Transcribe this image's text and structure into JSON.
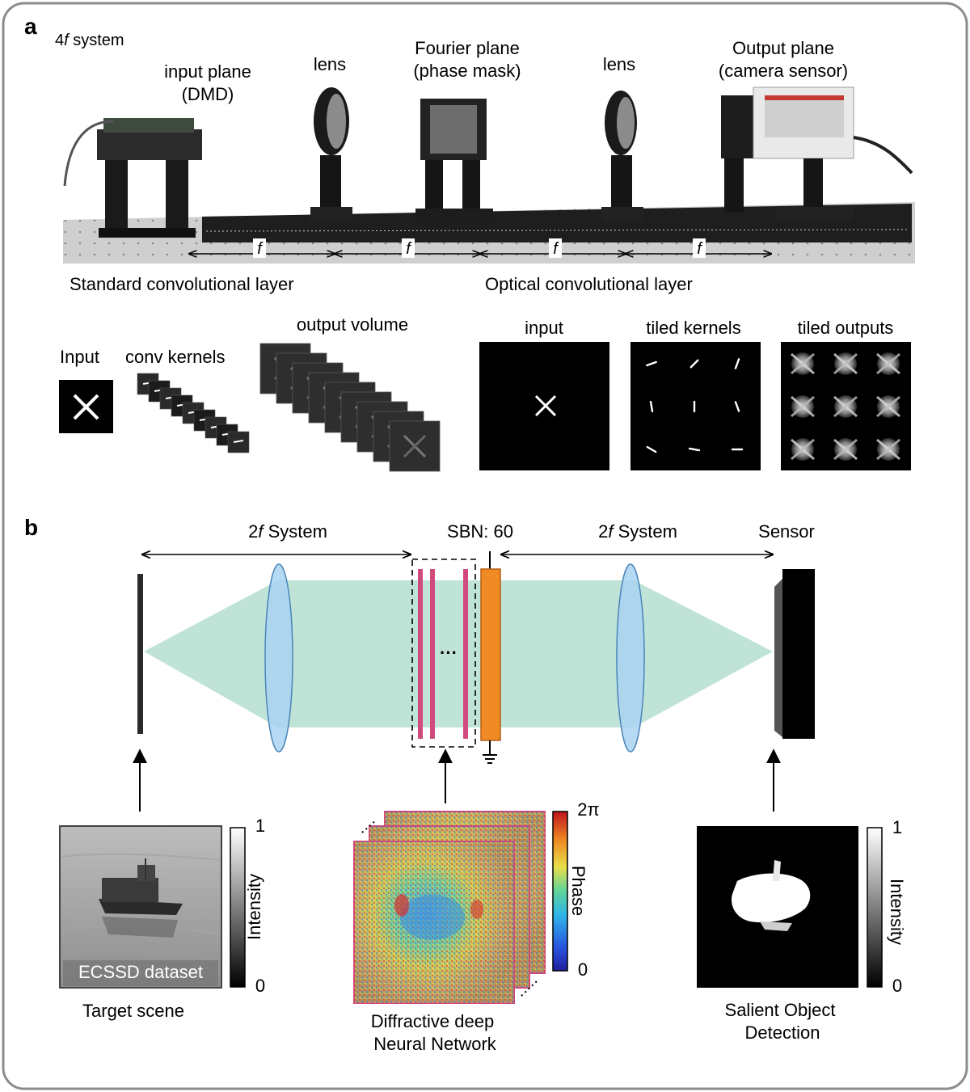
{
  "panel_a": {
    "letter": "a",
    "system_prefix": "4",
    "system_f": "f",
    "system_suffix": " system",
    "photo_labels": {
      "input_plane_1": "input plane",
      "input_plane_2": "(DMD)",
      "lens_1": "lens",
      "fourier_1": "Fourier plane",
      "fourier_2": "(phase mask)",
      "lens_2": "lens",
      "output_1": "Output plane",
      "output_2": "(camera sensor)"
    },
    "distance_labels": [
      "f",
      "f",
      "f",
      "f"
    ],
    "standard_title": "Standard convolutional layer",
    "optical_title": "Optical convolutional layer",
    "standard_labels": {
      "input": "Input",
      "kernels": "conv kernels",
      "volume": "output volume"
    },
    "optical_labels": {
      "input": "input",
      "kernels": "tiled kernels",
      "outputs": "tiled outputs"
    }
  },
  "panel_b": {
    "letter": "b",
    "left_system_prefix": "2",
    "left_system_f": "f",
    "left_system_suffix": " System",
    "sbn": "SBN: 60",
    "right_system_prefix": "2",
    "right_system_f": "f",
    "right_system_suffix": " System",
    "sensor": "Sensor",
    "dots": "···",
    "target_caption": "Target scene",
    "dataset_label": "ECSSD dataset",
    "d2nn_caption_1": "Diffractive deep",
    "d2nn_caption_2": "Neural Network",
    "sod_caption_1": "Salient Object",
    "sod_caption_2": "Detection",
    "intensity_bar_left": {
      "title": "Intensity",
      "max": "1",
      "min": "0"
    },
    "phase_bar": {
      "title": "Phase",
      "max": "2π",
      "min": "0"
    },
    "intensity_bar_right": {
      "title": "Intensity",
      "max": "1",
      "min": "0"
    }
  },
  "colors": {
    "beam": "#bfe3d6",
    "lens_fill": "#a9d3f2",
    "lens_stroke": "#4a84b8",
    "dnn_layer": "#d14a7d",
    "sbn_crystal": "#f08a24",
    "frame_border": "#8c8c8c"
  }
}
